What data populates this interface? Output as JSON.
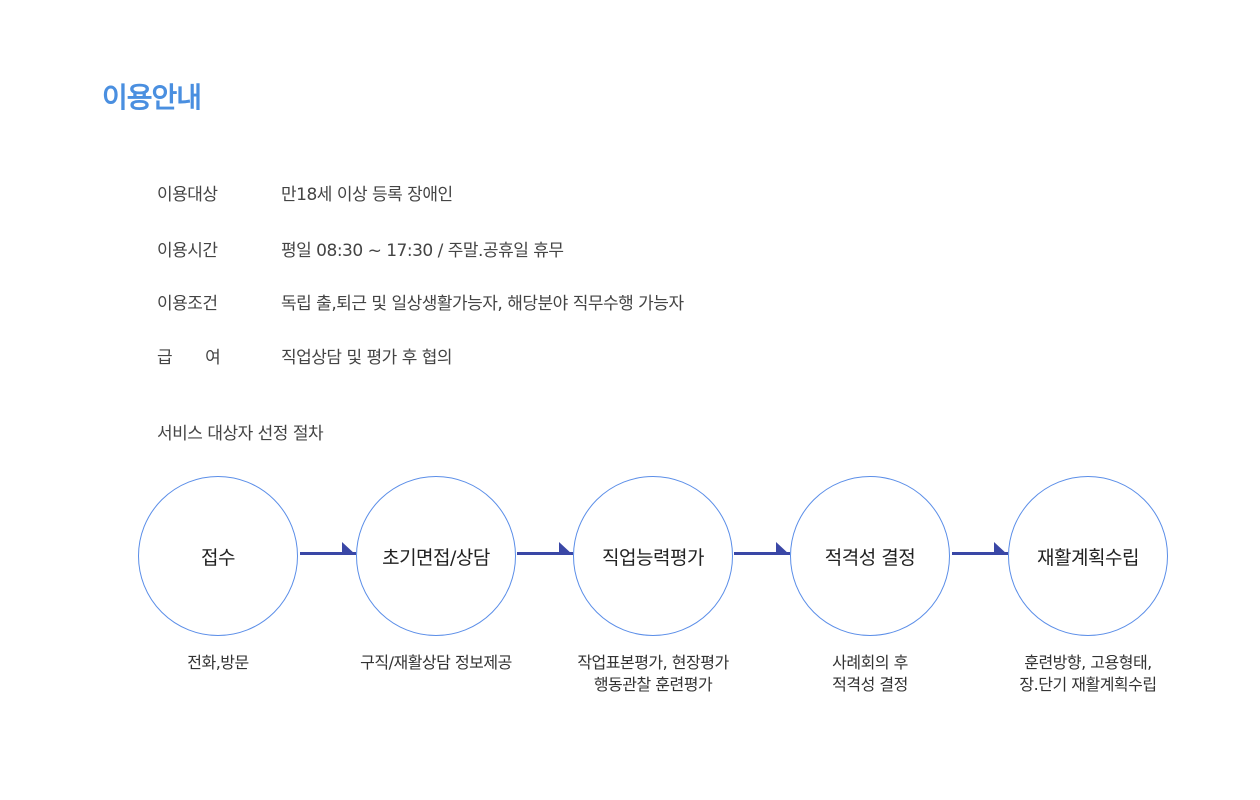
{
  "title": "이용안내",
  "info": [
    {
      "label": "이용대상",
      "value": "만18세 이상 등록 장애인"
    },
    {
      "label": "이용시간",
      "value": "평일 08:30 ~ 17:30 / 주말.공휴일 휴무"
    },
    {
      "label": "이용조건",
      "value": "독립 출,퇴근 및 일상생활가능자, 해당분야 직무수행 가능자"
    },
    {
      "label": "급　　여",
      "value": "직업상담 및 평가 후 협의"
    }
  ],
  "process_title": "서비스 대상자 선정 절차",
  "steps": [
    {
      "name": "접수",
      "desc": "전화,방문"
    },
    {
      "name": "초기면접/상담",
      "desc": "구직/재활상담 정보제공"
    },
    {
      "name": "직업능력평가",
      "desc": "작업표본평가, 현장평가\n행동관찰 훈련평가"
    },
    {
      "name": "적격성 결정",
      "desc": "사례회의 후\n적격성 결정"
    },
    {
      "name": "재활계획수립",
      "desc": "훈련방향, 고용형태,\n장.단기 재활계획수립"
    }
  ],
  "colors": {
    "accent": "#4a8fe0",
    "circle": "#5b8ee8",
    "arrow": "#3a47a6"
  }
}
